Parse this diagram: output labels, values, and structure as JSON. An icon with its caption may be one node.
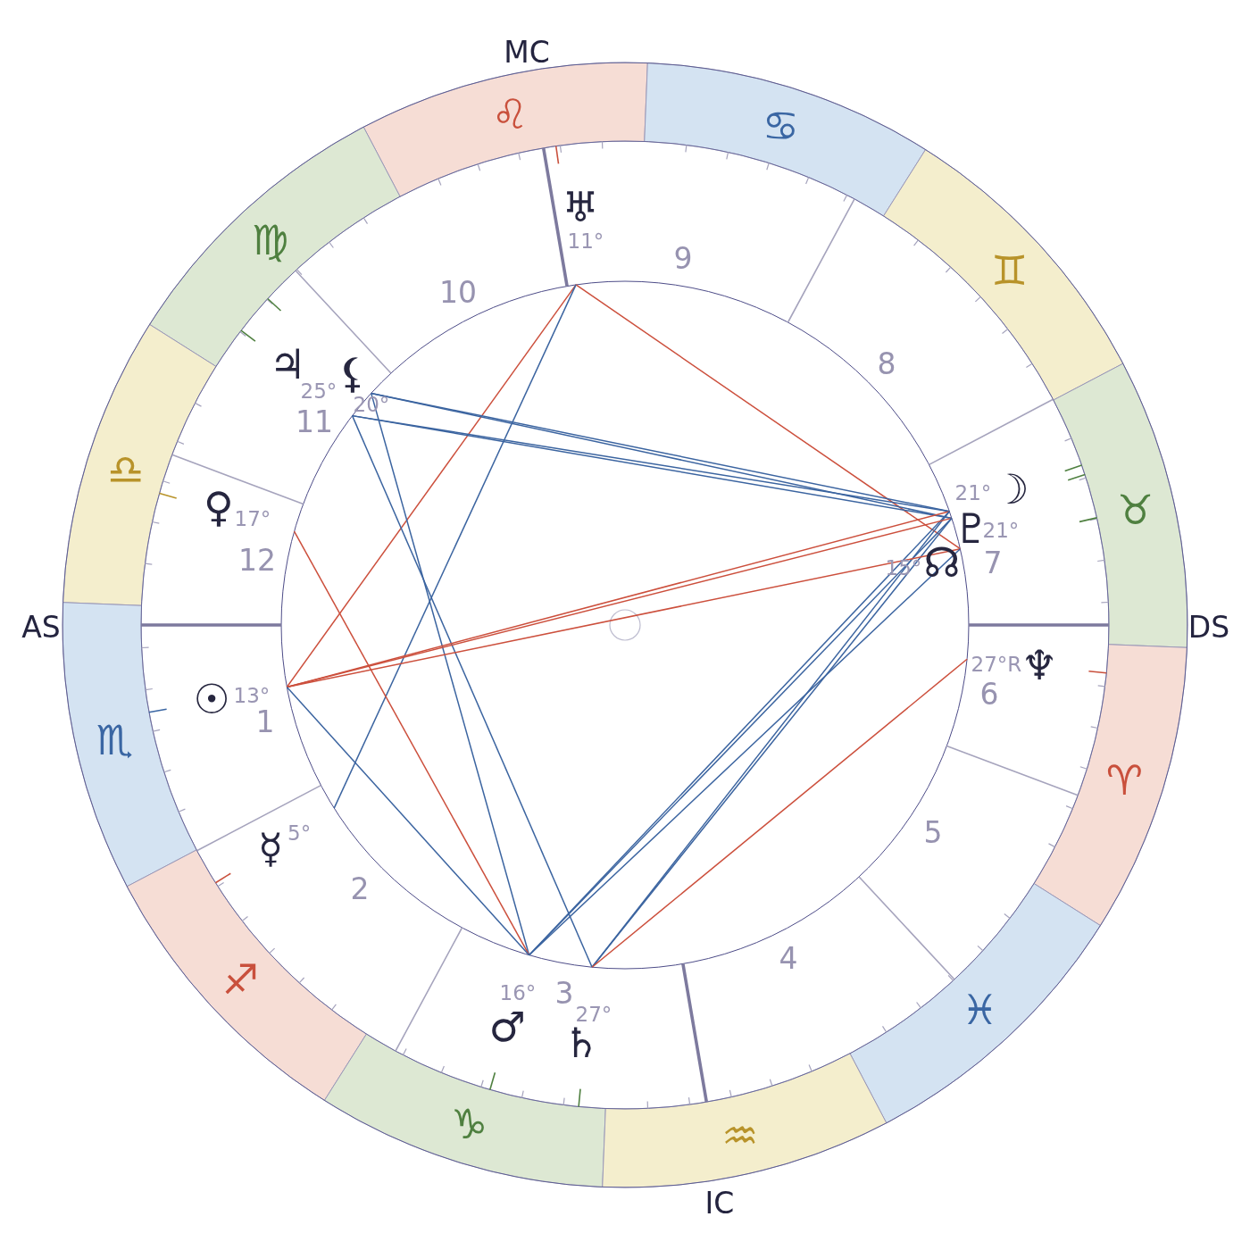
{
  "diagram": {
    "nodes": [
      {
        "text": [
          "♌"
        ]
      },
      {
        "text": [
          "♋"
        ]
      },
      {
        "text": [
          "♍"
        ]
      },
      {
        "text": [
          "♊"
        ]
      },
      {
        "text": [
          "♎"
        ]
      },
      {
        "text": [
          "♉"
        ]
      },
      {
        "text": [
          "♏"
        ]
      },
      {
        "text": [
          "♈"
        ]
      },
      {
        "text": [
          "♐"
        ]
      },
      {
        "text": [
          "♓"
        ]
      },
      {
        "text": [
          "♑"
        ]
      },
      {
        "text": [
          "♒"
        ]
      },
      {
        "text": [
          "♅",
          "11°"
        ]
      },
      {
        "text": [
          "♃",
          "25°"
        ]
      },
      {
        "text": [
          "⚸",
          "20°"
        ]
      },
      {
        "text": [
          "21°",
          "☽"
        ]
      },
      {
        "text": [
          "♀",
          "17°"
        ]
      },
      {
        "text": [
          "♇",
          "21°"
        ]
      },
      {
        "text": [
          "15°",
          "☊"
        ]
      },
      {
        "text": [
          "27°R",
          "♆"
        ]
      },
      {
        "text": [
          "☉",
          "13°"
        ]
      },
      {
        "text": [
          "☿",
          "5°"
        ]
      },
      {
        "text": [
          "16°",
          "♂"
        ]
      },
      {
        "text": [
          "27°",
          "♄"
        ]
      }
    ],
    "edges": [
      {
        "from": 12,
        "to": 18,
        "arrow": "none",
        "color": "#cc4f3c"
      },
      {
        "from": 12,
        "to": 20,
        "arrow": "none",
        "color": "#cc4f3c"
      },
      {
        "from": 12,
        "to": 21,
        "arrow": "none"
      },
      {
        "from": 13,
        "to": 15,
        "arrow": "none"
      },
      {
        "from": 13,
        "to": 17,
        "arrow": "none"
      },
      {
        "from": 13,
        "to": 23,
        "arrow": "none"
      },
      {
        "from": 14,
        "to": 15,
        "arrow": "none"
      },
      {
        "from": 14,
        "to": 17,
        "arrow": "none"
      },
      {
        "from": 14,
        "to": 22,
        "arrow": "none"
      },
      {
        "from": 15,
        "to": 20,
        "arrow": "none",
        "color": "#cc4f3c"
      },
      {
        "from": 15,
        "to": 22,
        "arrow": "none"
      },
      {
        "from": 15,
        "to": 23,
        "arrow": "none"
      },
      {
        "from": 16,
        "to": 22,
        "arrow": "none",
        "color": "#cc4f3c"
      },
      {
        "from": 17,
        "to": 20,
        "arrow": "none",
        "color": "#cc4f3c"
      },
      {
        "from": 17,
        "to": 22,
        "arrow": "none"
      },
      {
        "from": 17,
        "to": 23,
        "arrow": "none"
      },
      {
        "from": 18,
        "to": 20,
        "arrow": "none",
        "color": "#cc4f3c"
      },
      {
        "from": 18,
        "to": 22,
        "arrow": "none"
      },
      {
        "from": 19,
        "to": 23,
        "arrow": "none",
        "color": "#cc4f3c"
      },
      {
        "from": 20,
        "to": 22,
        "arrow": "none"
      }
    ],
    "labels": [
      "MC",
      "9",
      "10",
      "8",
      "11",
      "7",
      "12",
      "AS",
      "DS",
      "6",
      "1",
      "5",
      "2",
      "4",
      "3",
      "IC"
    ]
  }
}
